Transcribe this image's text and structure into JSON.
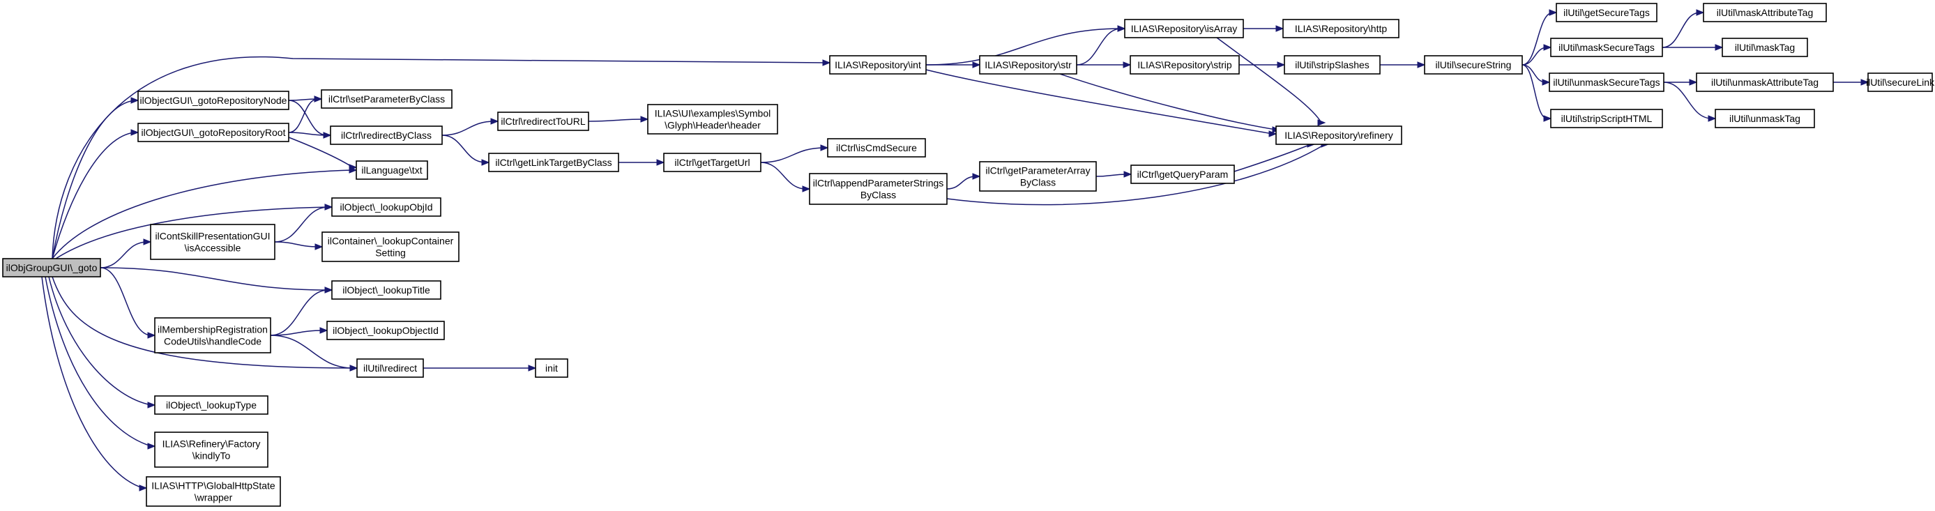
{
  "graph": {
    "nodes": [
      {
        "id": "goto",
        "lines": [
          "ilObjGroupGUI\\_goto"
        ],
        "root": true
      },
      {
        "id": "int",
        "lines": [
          "ILIAS\\Repository\\int"
        ]
      },
      {
        "id": "gotoNode",
        "lines": [
          "ilObjectGUI\\_gotoRepositoryNode"
        ]
      },
      {
        "id": "gotoRoot",
        "lines": [
          "ilObjectGUI\\_gotoRepositoryRoot"
        ]
      },
      {
        "id": "txt",
        "lines": [
          "ilLanguage\\txt"
        ]
      },
      {
        "id": "lookupObjId",
        "lines": [
          "ilObject\\_lookupObjId"
        ]
      },
      {
        "id": "skillAccess",
        "lines": [
          "ilContSkillPresentationGUI",
          "\\isAccessible"
        ]
      },
      {
        "id": "lookupTitle",
        "lines": [
          "ilObject\\_lookupTitle"
        ]
      },
      {
        "id": "handleCode",
        "lines": [
          "ilMembershipRegistration",
          "CodeUtils\\handleCode"
        ]
      },
      {
        "id": "redirect",
        "lines": [
          "ilUtil\\redirect"
        ]
      },
      {
        "id": "lookupType",
        "lines": [
          "ilObject\\_lookupType"
        ]
      },
      {
        "id": "kindlyTo",
        "lines": [
          "ILIAS\\Refinery\\Factory",
          "\\kindlyTo"
        ]
      },
      {
        "id": "wrapper",
        "lines": [
          "ILIAS\\HTTP\\GlobalHttpState",
          "\\wrapper"
        ]
      },
      {
        "id": "setParam",
        "lines": [
          "ilCtrl\\setParameterByClass"
        ]
      },
      {
        "id": "redirectByClass",
        "lines": [
          "ilCtrl\\redirectByClass"
        ]
      },
      {
        "id": "containerSetting",
        "lines": [
          "ilContainer\\_lookupContainer",
          "Setting"
        ]
      },
      {
        "id": "lookupObjectId",
        "lines": [
          "ilObject\\_lookupObjectId"
        ]
      },
      {
        "id": "init",
        "lines": [
          "init"
        ]
      },
      {
        "id": "redirectToURL",
        "lines": [
          "ilCtrl\\redirectToURL"
        ]
      },
      {
        "id": "linkTarget",
        "lines": [
          "ilCtrl\\getLinkTargetByClass"
        ]
      },
      {
        "id": "glyph",
        "lines": [
          "ILIAS\\UI\\examples\\Symbol",
          "\\Glyph\\Header\\header"
        ]
      },
      {
        "id": "targetUrl",
        "lines": [
          "ilCtrl\\getTargetUrl"
        ]
      },
      {
        "id": "cmdSecure",
        "lines": [
          "ilCtrl\\isCmdSecure"
        ]
      },
      {
        "id": "appendParams",
        "lines": [
          "ilCtrl\\appendParameterStrings",
          "ByClass"
        ]
      },
      {
        "id": "paramArray",
        "lines": [
          "ilCtrl\\getParameterArray",
          "ByClass"
        ]
      },
      {
        "id": "queryParam",
        "lines": [
          "ilCtrl\\getQueryParam"
        ]
      },
      {
        "id": "str",
        "lines": [
          "ILIAS\\Repository\\str"
        ]
      },
      {
        "id": "isArray",
        "lines": [
          "ILIAS\\Repository\\isArray"
        ]
      },
      {
        "id": "strip",
        "lines": [
          "ILIAS\\Repository\\strip"
        ]
      },
      {
        "id": "http",
        "lines": [
          "ILIAS\\Repository\\http"
        ]
      },
      {
        "id": "refinery",
        "lines": [
          "ILIAS\\Repository\\refinery"
        ]
      },
      {
        "id": "stripSlashes",
        "lines": [
          "ilUtil\\stripSlashes"
        ]
      },
      {
        "id": "secureString",
        "lines": [
          "ilUtil\\secureString"
        ]
      },
      {
        "id": "getSecureTags",
        "lines": [
          "ilUtil\\getSecureTags"
        ]
      },
      {
        "id": "maskSecureTags",
        "lines": [
          "ilUtil\\maskSecureTags"
        ]
      },
      {
        "id": "unmaskSecureTags",
        "lines": [
          "ilUtil\\unmaskSecureTags"
        ]
      },
      {
        "id": "stripScriptHTML",
        "lines": [
          "ilUtil\\stripScriptHTML"
        ]
      },
      {
        "id": "maskAttributeTag",
        "lines": [
          "ilUtil\\maskAttributeTag"
        ]
      },
      {
        "id": "maskTag",
        "lines": [
          "ilUtil\\maskTag"
        ]
      },
      {
        "id": "unmaskAttributeTag",
        "lines": [
          "ilUtil\\unmaskAttributeTag"
        ]
      },
      {
        "id": "unmaskTag",
        "lines": [
          "ilUtil\\unmaskTag"
        ]
      },
      {
        "id": "secureLink",
        "lines": [
          "ilUtil\\secureLink"
        ]
      }
    ],
    "edges": [
      [
        "goto",
        "int"
      ],
      [
        "goto",
        "gotoNode"
      ],
      [
        "goto",
        "gotoRoot"
      ],
      [
        "goto",
        "txt"
      ],
      [
        "goto",
        "lookupObjId"
      ],
      [
        "goto",
        "skillAccess"
      ],
      [
        "goto",
        "lookupTitle"
      ],
      [
        "goto",
        "handleCode"
      ],
      [
        "goto",
        "redirect"
      ],
      [
        "goto",
        "lookupType"
      ],
      [
        "goto",
        "kindlyTo"
      ],
      [
        "goto",
        "wrapper"
      ],
      [
        "gotoNode",
        "setParam"
      ],
      [
        "gotoNode",
        "redirectByClass"
      ],
      [
        "gotoRoot",
        "setParam"
      ],
      [
        "gotoRoot",
        "redirectByClass"
      ],
      [
        "gotoRoot",
        "txt"
      ],
      [
        "skillAccess",
        "lookupObjId"
      ],
      [
        "skillAccess",
        "containerSetting"
      ],
      [
        "handleCode",
        "lookupTitle"
      ],
      [
        "handleCode",
        "lookupObjectId"
      ],
      [
        "handleCode",
        "redirect"
      ],
      [
        "redirect",
        "init"
      ],
      [
        "redirectByClass",
        "redirectToURL"
      ],
      [
        "redirectByClass",
        "linkTarget"
      ],
      [
        "redirectToURL",
        "glyph"
      ],
      [
        "linkTarget",
        "targetUrl"
      ],
      [
        "targetUrl",
        "cmdSecure"
      ],
      [
        "targetUrl",
        "appendParams"
      ],
      [
        "appendParams",
        "paramArray"
      ],
      [
        "appendParams",
        "refinery"
      ],
      [
        "paramArray",
        "queryParam"
      ],
      [
        "queryParam",
        "refinery"
      ],
      [
        "int",
        "str"
      ],
      [
        "int",
        "isArray"
      ],
      [
        "int",
        "refinery"
      ],
      [
        "str",
        "isArray"
      ],
      [
        "str",
        "strip"
      ],
      [
        "str",
        "refinery"
      ],
      [
        "isArray",
        "http"
      ],
      [
        "isArray",
        "refinery"
      ],
      [
        "strip",
        "stripSlashes"
      ],
      [
        "stripSlashes",
        "secureString"
      ],
      [
        "secureString",
        "getSecureTags"
      ],
      [
        "secureString",
        "maskSecureTags"
      ],
      [
        "secureString",
        "unmaskSecureTags"
      ],
      [
        "secureString",
        "stripScriptHTML"
      ],
      [
        "maskSecureTags",
        "maskAttributeTag"
      ],
      [
        "maskSecureTags",
        "maskTag"
      ],
      [
        "unmaskSecureTags",
        "unmaskAttributeTag"
      ],
      [
        "unmaskSecureTags",
        "unmaskTag"
      ],
      [
        "unmaskAttributeTag",
        "secureLink"
      ]
    ]
  }
}
